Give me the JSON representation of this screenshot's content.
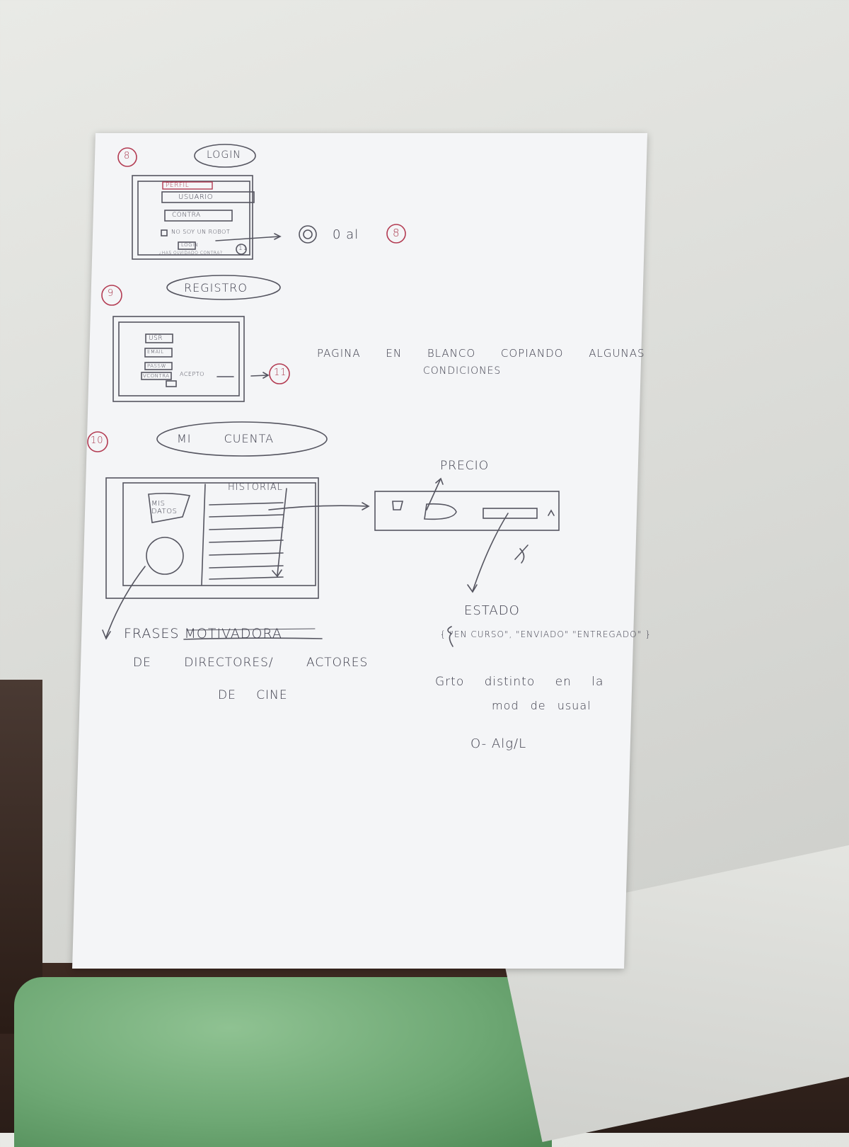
{
  "sections": [
    {
      "number": "8",
      "title": "LOGIN"
    },
    {
      "number": "9",
      "title": "REGISTRO"
    },
    {
      "number": "10",
      "title": "MI CUENTA"
    }
  ],
  "login": {
    "header_label": "PERFIL",
    "user_field": "USUARIO",
    "password_field": "CONTRA",
    "captcha": "NO SOY UN ROBOT",
    "login_button": "LOGIN",
    "forgot": "¿HAS OLVIDADO CONTRA?",
    "goto_text": "0 al",
    "goto_from": "0",
    "goto_to": "8",
    "forgot_target": "11"
  },
  "registro": {
    "fields": [
      "USR",
      "EMAIL",
      "PASSW",
      "VCONTRA"
    ],
    "accept": "ACEPTO",
    "target": "11",
    "note_line1": "PAGINA EN BLANCO COPIANDO ALGUNAS",
    "note_line2": "CONDICIONES"
  },
  "cuenta": {
    "mis_datos": "MIS DATOS",
    "historial": "HISTORIAL",
    "precio": "PRECIO",
    "estado": "ESTADO",
    "estado_values": "{ \"EN CURSO\", \"ENVIADO\" \"ENTREGADO\" }",
    "note1": "Grto distinto en la",
    "note2": "mod de usual",
    "note3": "O- Alg/L",
    "frases_line1": "FRASES MOTIVADORA",
    "frases_line2": "DE DIRECTORES/ ACTORES",
    "frases_line3": "DE CINE"
  }
}
